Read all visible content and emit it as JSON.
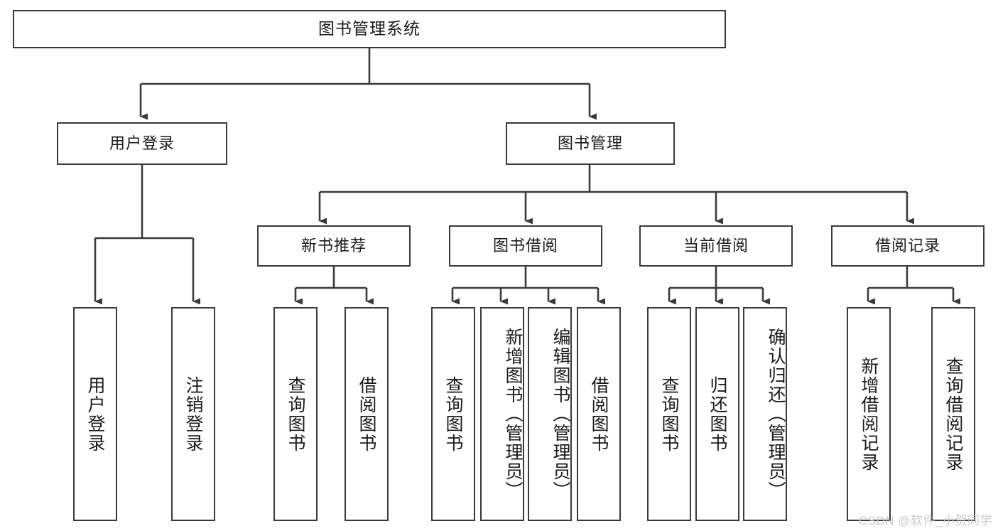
{
  "diagram": {
    "type": "tree-hierarchy",
    "title": "图书管理系统",
    "watermark": "CSDN @软件_小贺同学",
    "colors": {
      "stroke": "#3a3a3a",
      "fill": "#ffffff",
      "text": "#1a1a1a",
      "watermark": "#c9c9c9"
    },
    "nodes": {
      "root": {
        "label": "图书管理系统"
      },
      "level2": [
        {
          "id": "user-login",
          "label": "用户登录"
        },
        {
          "id": "book-manage",
          "label": "图书管理"
        }
      ],
      "level3": [
        {
          "id": "new-book-recommend",
          "label": "新书推荐"
        },
        {
          "id": "book-borrow",
          "label": "图书借阅"
        },
        {
          "id": "current-borrow",
          "label": "当前借阅"
        },
        {
          "id": "borrow-record",
          "label": "借阅记录"
        }
      ],
      "leaves": {
        "user_login": [
          {
            "id": "leaf-user-login",
            "label": "用户登录"
          },
          {
            "id": "leaf-logout-login",
            "label": "注销登录"
          }
        ],
        "new_book_recommend": [
          {
            "id": "leaf-query-book-1",
            "label": "查询图书"
          },
          {
            "id": "leaf-borrow-book-1",
            "label": "借阅图书"
          }
        ],
        "book_borrow": [
          {
            "id": "leaf-query-book-2",
            "label": "查询图书"
          },
          {
            "id": "leaf-add-book",
            "label": "新增图书（管理员）"
          },
          {
            "id": "leaf-edit-book",
            "label": "编辑图书（管理员）"
          },
          {
            "id": "leaf-borrow-book-2",
            "label": "借阅图书"
          }
        ],
        "current_borrow": [
          {
            "id": "leaf-query-book-3",
            "label": "查询图书"
          },
          {
            "id": "leaf-return-book",
            "label": "归还图书"
          },
          {
            "id": "leaf-confirm-return",
            "label": "确认归还（管理员）"
          }
        ],
        "borrow_record": [
          {
            "id": "leaf-add-record",
            "label": "新增借阅记录"
          },
          {
            "id": "leaf-query-record",
            "label": "查询借阅记录"
          }
        ]
      }
    }
  }
}
